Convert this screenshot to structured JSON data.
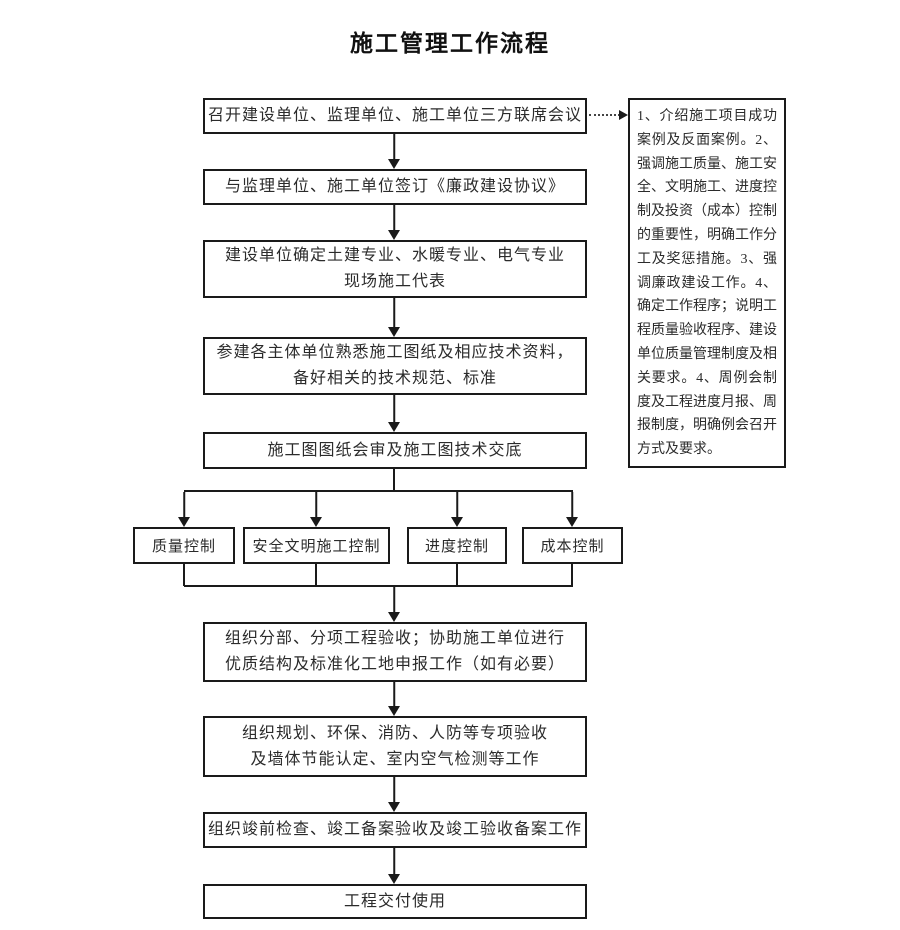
{
  "title": "施工管理工作流程",
  "flow": {
    "steps": [
      {
        "lines": [
          "召开建设单位、监理单位、施工单位三方联席会议"
        ]
      },
      {
        "lines": [
          "与监理单位、施工单位签订《廉政建设协议》"
        ]
      },
      {
        "lines": [
          "建设单位确定土建专业、水暖专业、电气专业",
          "现场施工代表"
        ]
      },
      {
        "lines": [
          "参建各主体单位熟悉施工图纸及相应技术资料，",
          "备好相关的技术规范、标准"
        ]
      },
      {
        "lines": [
          "施工图图纸会审及施工图技术交底"
        ]
      }
    ],
    "branches": [
      {
        "label": "质量控制"
      },
      {
        "label": "安全文明施工控制"
      },
      {
        "label": "进度控制"
      },
      {
        "label": "成本控制"
      }
    ],
    "post_steps": [
      {
        "lines": [
          "组织分部、分项工程验收；协助施工单位进行",
          "优质结构及标准化工地申报工作（如有必要）"
        ]
      },
      {
        "lines": [
          "组织规划、环保、消防、人防等专项验收",
          "及墙体节能认定、室内空气检测等工作"
        ]
      },
      {
        "lines": [
          "组织竣前检查、竣工备案验收及竣工验收备案工作"
        ]
      },
      {
        "lines": [
          "工程交付使用"
        ]
      }
    ],
    "side_note": "1、介绍施工项目成功案例及反面案例。2、强调施工质量、施工安全、文明施工、进度控制及投资（成本）控制的重要性，明确工作分工及奖惩措施。3、强调廉政建设工作。4、确定工作程序；说明工程质量验收程序、建设单位质量管理制度及相关要求。4、周例会制度及工程进度月报、周报制度，明确例会召开方式及要求。"
  },
  "colors": {
    "line": "#1a1a1a",
    "text": "#2b2b2b",
    "background": "#ffffff"
  }
}
